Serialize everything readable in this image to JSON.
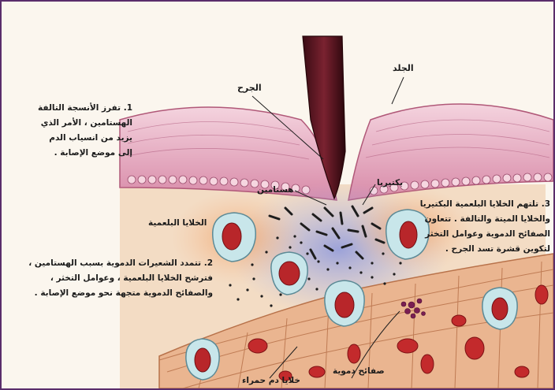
{
  "labels": {
    "skin": "الجلد",
    "wound": "الجرح",
    "histamine": "هستامين",
    "bacteria": "بكتيريا",
    "phagocytes": "الخلايا البلعمية",
    "red_blood_cells": "خلايا دم حمراء",
    "platelets": "صفائح دموية"
  },
  "steps": [
    {
      "number": "1",
      "lines": [
        "1. تفرز الأنسجة التالفة",
        "الهستامين ، الأمر الذي",
        "يزيد من انسياب الدم",
        "إلى موضع الإصابة ."
      ]
    },
    {
      "number": "2",
      "lines": [
        "2. تتمدد الشعيرات الدموية بسبب الهستامين ،",
        "فترشح الخلايا البلعمية ، وعوامل التخثر ،",
        "والصفائح الدموية متجهة نحو موضع الإصابة ."
      ]
    },
    {
      "number": "3",
      "lines": [
        "3. تلتهم الخلايا البلعمية البكتيريا",
        "والخلايا الميتة والتالفة . تتعاون",
        "الصفائح الدموية وعوامل التخثر",
        "لتكوين قشرة تسد الجرح ."
      ]
    }
  ],
  "colors": {
    "frame": "#5a2d6b",
    "epidermis": "#e8b7c8",
    "dermis": "#f2d2b4",
    "vessel": "#e8b08c",
    "red_cell": "#c0282a",
    "phagocyte": "#b8dde4",
    "histamine_cloud": "#9aa6e0",
    "wound_object": "#5a1a22"
  }
}
